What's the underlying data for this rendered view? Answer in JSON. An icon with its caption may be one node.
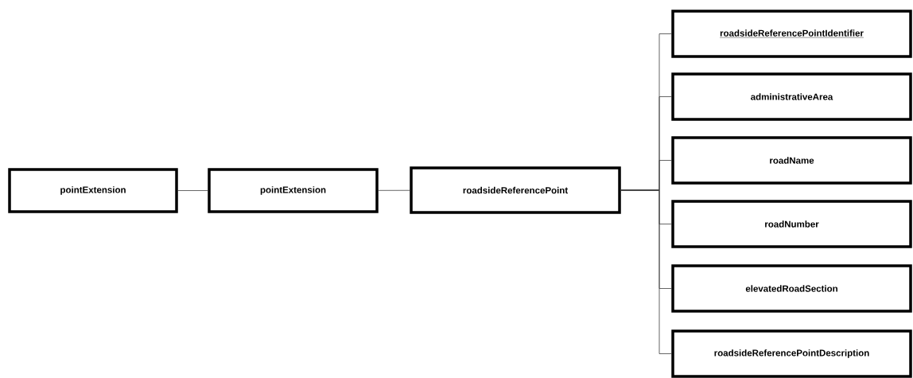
{
  "diagram": {
    "nodes": [
      {
        "text": [
          "pointExtension"
        ]
      },
      {
        "text": [
          "pointExtension"
        ]
      },
      {
        "text": [
          "roadsideReferencePoint"
        ]
      },
      {
        "text": [
          "roadsideReferencePointIdentifier"
        ]
      },
      {
        "text": [
          "administrativeArea"
        ]
      },
      {
        "text": [
          "roadName"
        ]
      },
      {
        "text": [
          "roadNumber"
        ]
      },
      {
        "text": [
          "elevatedRoadSection"
        ]
      },
      {
        "text": [
          "roadsideReferencePointDescription"
        ]
      }
    ],
    "edges": [
      {
        "from": 0,
        "to": 1,
        "arrow": "none"
      },
      {
        "from": 1,
        "to": 2,
        "arrow": "none"
      },
      {
        "from": 2,
        "to": 3,
        "arrow": "none"
      },
      {
        "from": 2,
        "to": 4,
        "arrow": "none"
      },
      {
        "from": 2,
        "to": 5,
        "arrow": "none"
      },
      {
        "from": 2,
        "to": 6,
        "arrow": "none"
      },
      {
        "from": 2,
        "to": 7,
        "arrow": "none"
      },
      {
        "from": 2,
        "to": 8,
        "arrow": "none"
      }
    ]
  }
}
